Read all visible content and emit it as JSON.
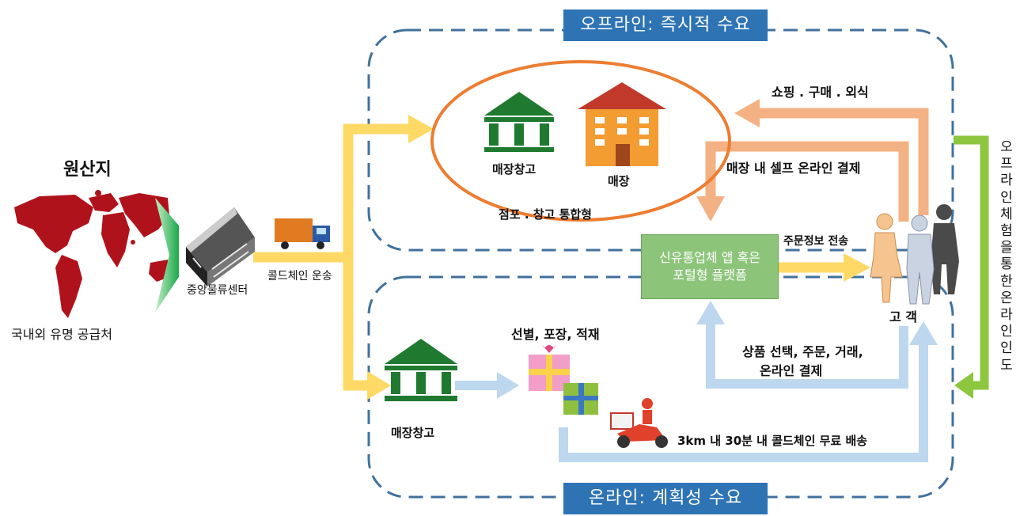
{
  "offline_title": "오프라인: 즉시적 수요",
  "online_title": "온라인: 계획성 수요",
  "origin": {
    "title": "원산지",
    "caption": "국내외 유명 공급처"
  },
  "distribution_center": {
    "label": "중앙물류센터"
  },
  "transport": {
    "label": "콜드체인 운송"
  },
  "offline": {
    "warehouse_label": "매장창고",
    "store_label": "매장",
    "integrated_label": "점포 . 창고 통합형",
    "shopping_label": "쇼핑 . 구매  .  외식",
    "self_payment_label": "매장 내 셀프 온라인 결제"
  },
  "platform": {
    "line1": "신유통업체 앱 혹은",
    "line2": "포털형 플랫폼"
  },
  "order_info_label": "주문정보 전송",
  "customer_label": "고 객",
  "online": {
    "warehouse_label": "매장창고",
    "picking_label": "선별, 포장, 적재",
    "order_line1": "상품 선택, 주문, 거래,",
    "order_line2": "온라인 결제",
    "delivery_label": "3km 내 30분 내 콜드체인 무료 배송"
  },
  "side_vertical_text": "오프라인체험을통한온라인인도",
  "colors": {
    "dashed_border": "#41719c",
    "title_bg": "#2e74b5",
    "yellow_arrow": "#ffd966",
    "orange_arrow": "#f4b183",
    "blue_arrow": "#bdd7ee",
    "green_arrow": "#8dc63f",
    "ellipse": "#ed7d31",
    "platform_bg": "#8cc57a",
    "map_red": "#b0121b",
    "bank_green": "#1f7a30"
  },
  "icons": [
    "world-map-icon",
    "warehouse-building-icon",
    "truck-icon",
    "bank-warehouse-icon",
    "store-building-icon",
    "gift-box-icon",
    "delivery-scooter-icon",
    "customers-icon"
  ]
}
